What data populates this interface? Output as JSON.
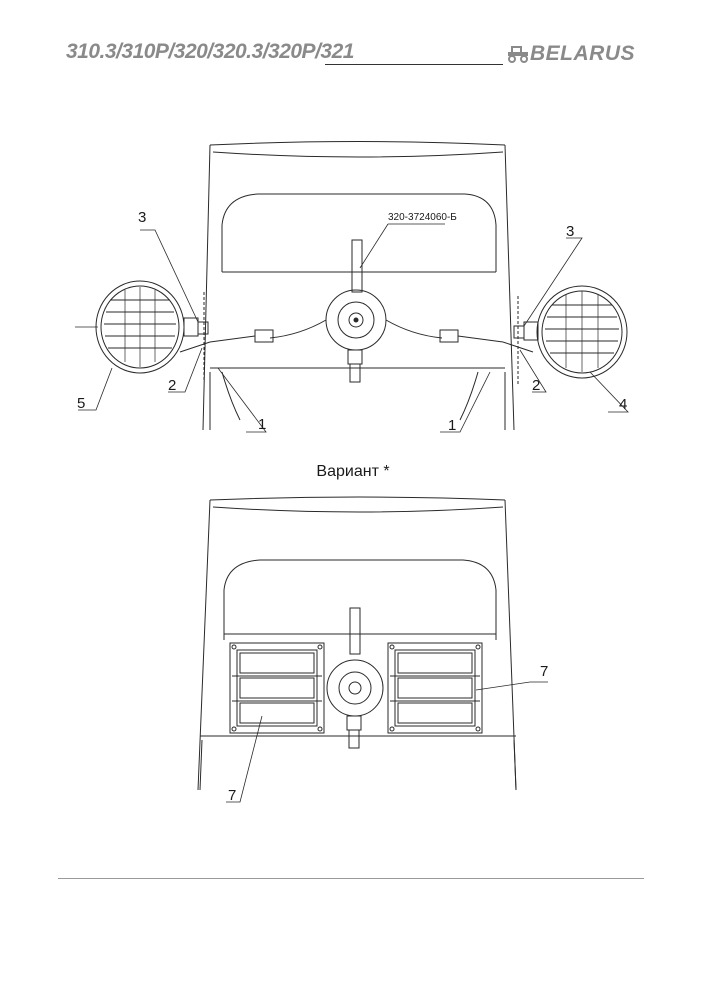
{
  "header": {
    "models": "310.3/310P/320/320.3/320P/321",
    "brand": "BELARUS",
    "brand_icon": "tractor-icon"
  },
  "top_view": {
    "part_code": "320-3724060-Б",
    "callouts": {
      "left_3": "3",
      "left_2": "2",
      "left_5": "5",
      "left_1": "1",
      "right_3": "3",
      "right_2": "2",
      "right_4": "4",
      "right_1": "1"
    }
  },
  "variant_label": "Вариант *",
  "bottom_view": {
    "callouts": {
      "right_7": "7",
      "left_7": "7"
    }
  }
}
